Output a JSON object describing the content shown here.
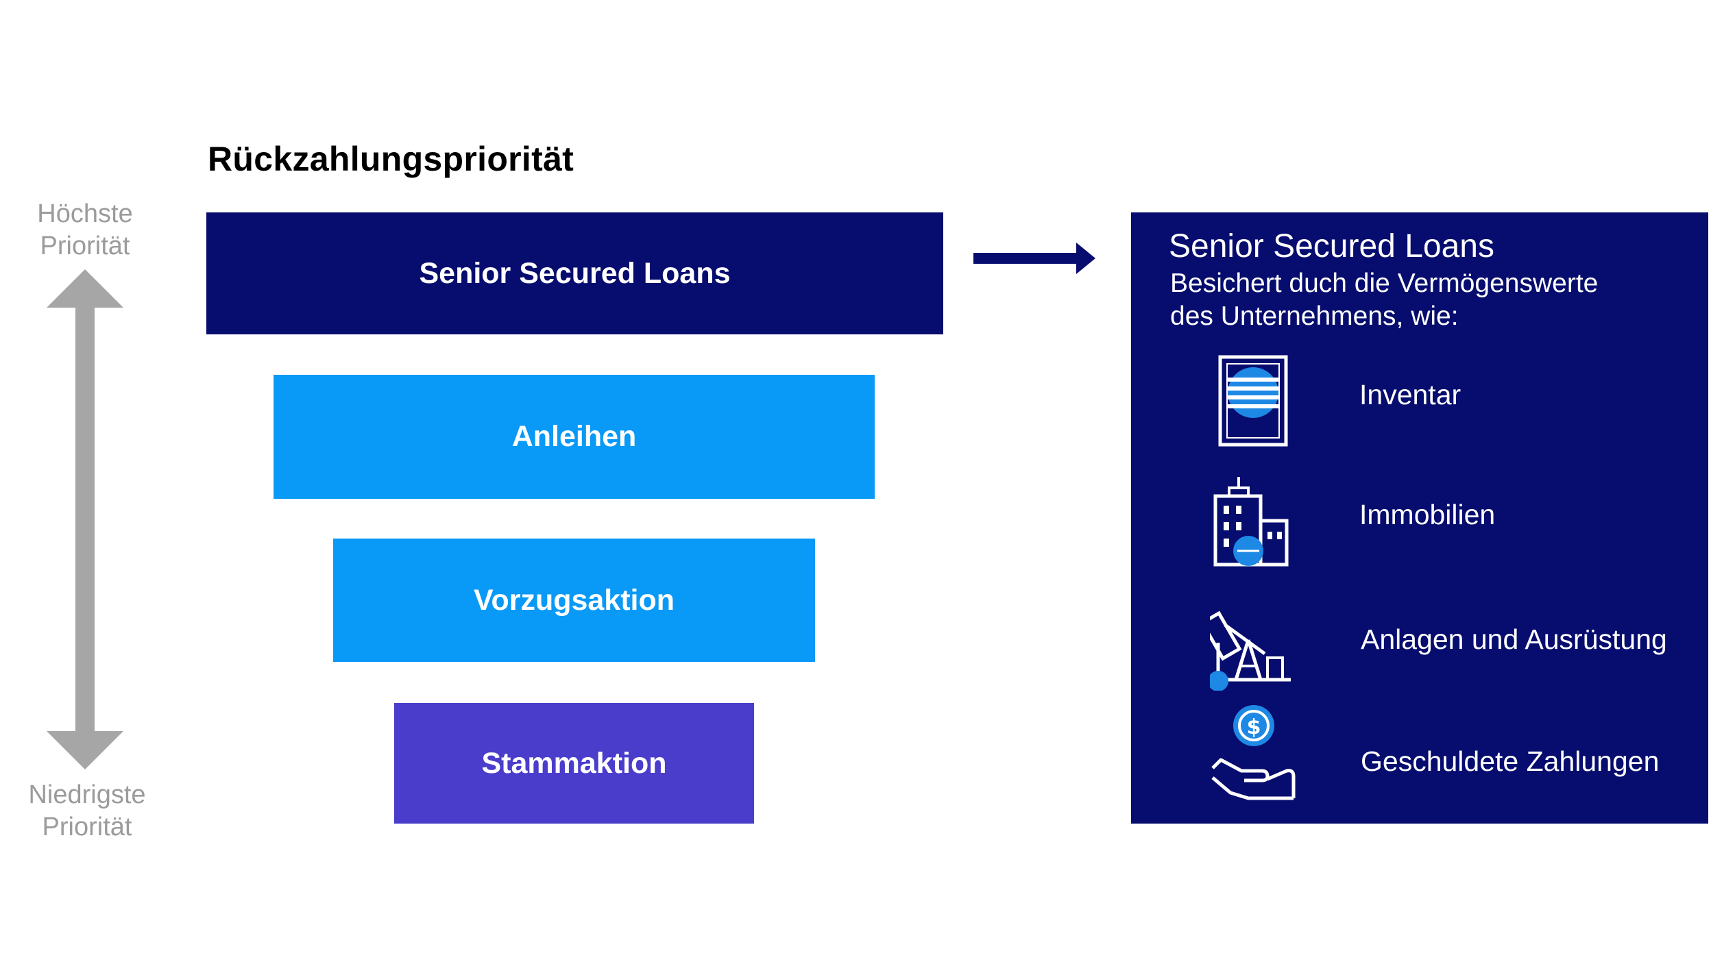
{
  "title": "Rückzahlungspriorität",
  "axis": {
    "top": [
      "Höchste",
      "Priorität"
    ],
    "bottom": [
      "Niedrigste",
      "Priorität"
    ]
  },
  "tiers": [
    {
      "label": "Senior Secured Loans",
      "color": "#070d6e"
    },
    {
      "label": "Anleihen",
      "color": "#0999f7"
    },
    {
      "label": "Vorzugsaktion",
      "color": "#0999f7"
    },
    {
      "label": "Stammaktion",
      "color": "#4a3dcc"
    }
  ],
  "detail": {
    "title": "Senior Secured Loans",
    "subtitle": [
      "Besichert duch die Vermögenswerte",
      "des Unternehmens, wie:"
    ],
    "items": [
      {
        "label": "Inventar",
        "icon": "inventory-document-icon"
      },
      {
        "label": "Immobilien",
        "icon": "buildings-icon"
      },
      {
        "label": "Anlagen und Ausrüstung",
        "icon": "oil-pump-icon"
      },
      {
        "label": "Geschuldete Zahlungen",
        "icon": "hand-dollar-coin-icon"
      }
    ]
  },
  "colors": {
    "navy": "#070d6e",
    "blue": "#0999f7",
    "purple": "#4a3dcc",
    "gray": "#9b9b9b",
    "accent_dot": "#1e88e5"
  }
}
